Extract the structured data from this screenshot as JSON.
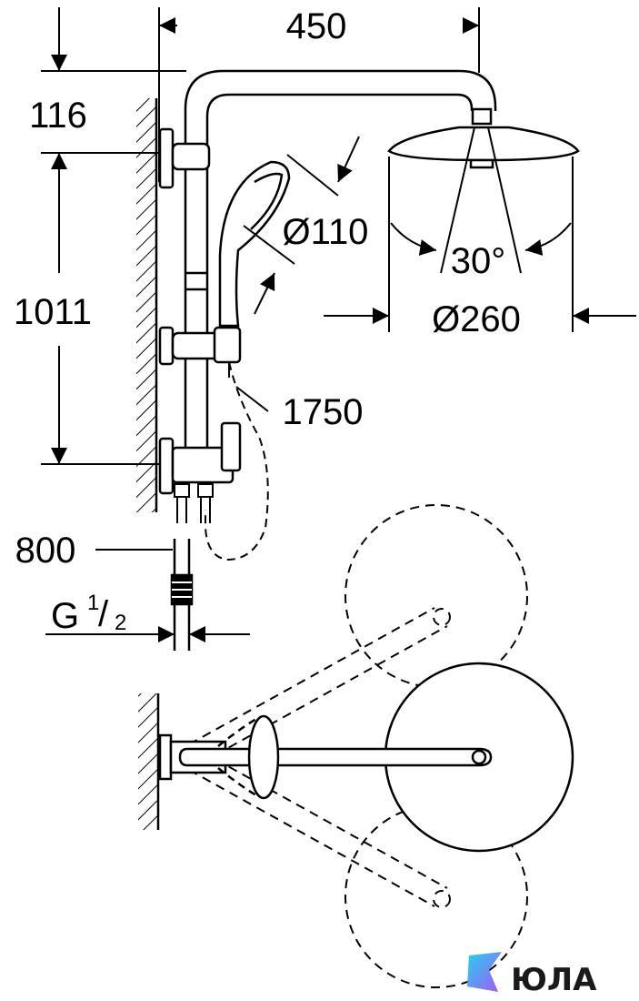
{
  "dimensions": {
    "arm_length": "450",
    "ceiling_offset": "116",
    "rail_length": "1011",
    "handshower_diameter": "Ø110",
    "head_diameter": "Ø260",
    "tilt_angle": "30°",
    "hose_length": "1750",
    "inlet_centers": "800",
    "thread": {
      "main": "G",
      "fraction_num": "1",
      "fraction_den": "2"
    }
  },
  "watermark": "ЮЛА",
  "colors": {
    "line": "#000000",
    "logo_text": "#1a1a1a",
    "logo_cyan": "#22d3ee",
    "logo_purple": "#a855f7"
  },
  "icons": [
    "logo-icon"
  ]
}
